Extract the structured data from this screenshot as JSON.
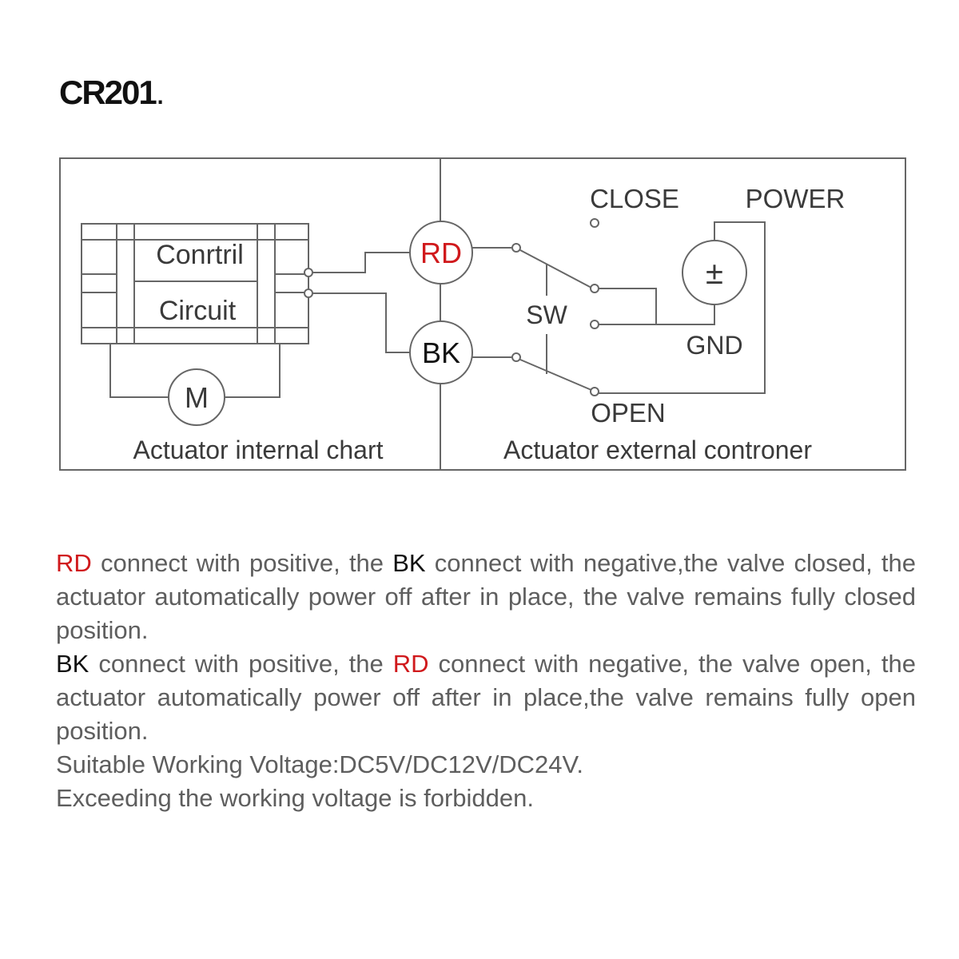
{
  "title": {
    "main": "CR201",
    "suffix": "."
  },
  "diagram": {
    "control_label": "Conrtril",
    "circuit_label": "Circuit",
    "motor_label": "M",
    "rd_label": "RD",
    "bk_label": "BK",
    "switch_label": "SW",
    "close_label": "CLOSE",
    "power_label": "POWER",
    "power_symbol": "±",
    "gnd_label": "GND",
    "open_label": "OPEN",
    "internal_caption": "Actuator internal chart",
    "external_caption": "Actuator external controner"
  },
  "description": {
    "p1": {
      "rd": "RD",
      "a": " connect with positive, the ",
      "bk": "BK",
      "b": " connect with negative,the valve closed, the actuator automatically power off after in place, the valve remains fully closed position."
    },
    "p2": {
      "bk": "BK",
      "a": " connect with positive, the ",
      "rd": "RD",
      "b": " connect with negative, the valve open, the actuator automatically power off after in place,the valve remains fully open position."
    },
    "voltage": "Suitable Working Voltage:DC5V/DC12V/DC24V.",
    "warning": "Exceeding the working voltage is forbidden."
  },
  "colors": {
    "accent_red": "#d0191c",
    "line": "#666666",
    "text": "#3a3a3a"
  }
}
